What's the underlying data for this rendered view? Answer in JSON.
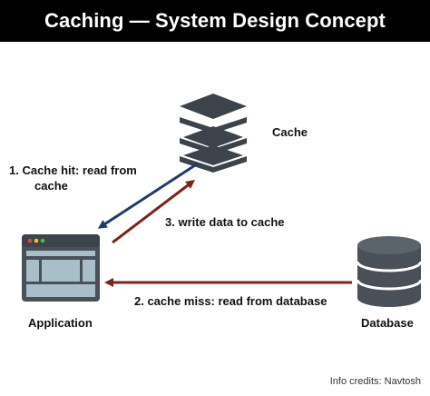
{
  "title": "Caching — System Design Concept",
  "nodes": {
    "cache": "Cache",
    "application": "Application",
    "database": "Database"
  },
  "edges": {
    "cache_hit_line1": "1. Cache hit: read from",
    "cache_hit_line2": "cache",
    "write_data": "3. write data to cache",
    "cache_miss": "2. cache miss: read from database"
  },
  "credit": "Info credits: Navtosh",
  "colors": {
    "title_bg": "#000000",
    "icon_dark": "#3c434a",
    "app_frame": "#4a5058",
    "app_panel": "#a8bec9",
    "arrow_blue": "#1f3a6e",
    "arrow_red": "#7a2418",
    "traffic_red": "#e0463a",
    "traffic_yellow": "#f2c21b",
    "traffic_green": "#3fbf5a"
  }
}
